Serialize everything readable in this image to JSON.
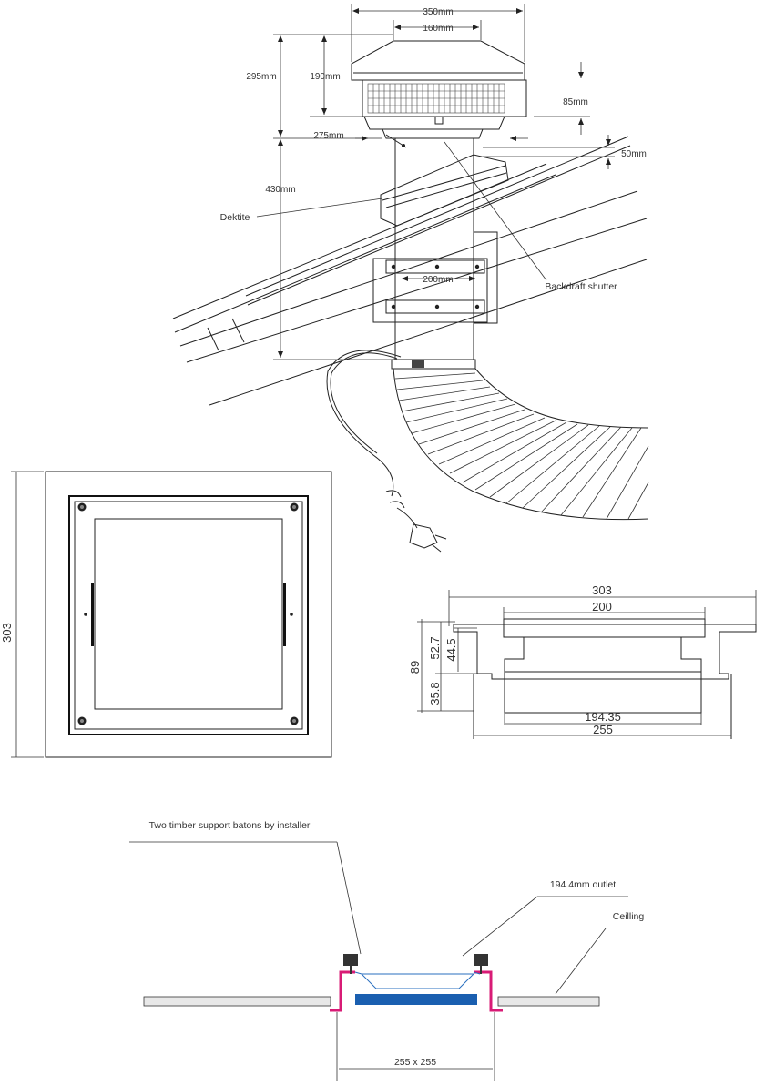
{
  "top_view": {
    "dims": {
      "width_overall": "350mm",
      "width_top": "160mm",
      "height_total": "295mm",
      "height_cap": "190mm",
      "cap_drop": "85mm",
      "spigot": "275mm",
      "collar": "50mm",
      "body": "430mm",
      "bracket": "200mm"
    },
    "labels": {
      "dektite": "Dektite",
      "shutter": "Backdraft shutter"
    }
  },
  "grille_plan": {
    "side": "303"
  },
  "grille_section": {
    "dims": {
      "top_width": "303",
      "inner_width": "200",
      "height": "89",
      "upper": "52.7",
      "inner_h": "44.5",
      "lower": "35.8",
      "outlet_w": "194.35",
      "spigot_w": "255"
    }
  },
  "ceiling_detail": {
    "labels": {
      "batons": "Two timber support batons by installer",
      "outlet": "194.4mm outlet",
      "ceiling": "Ceilling",
      "opening": "255 x 255"
    }
  }
}
